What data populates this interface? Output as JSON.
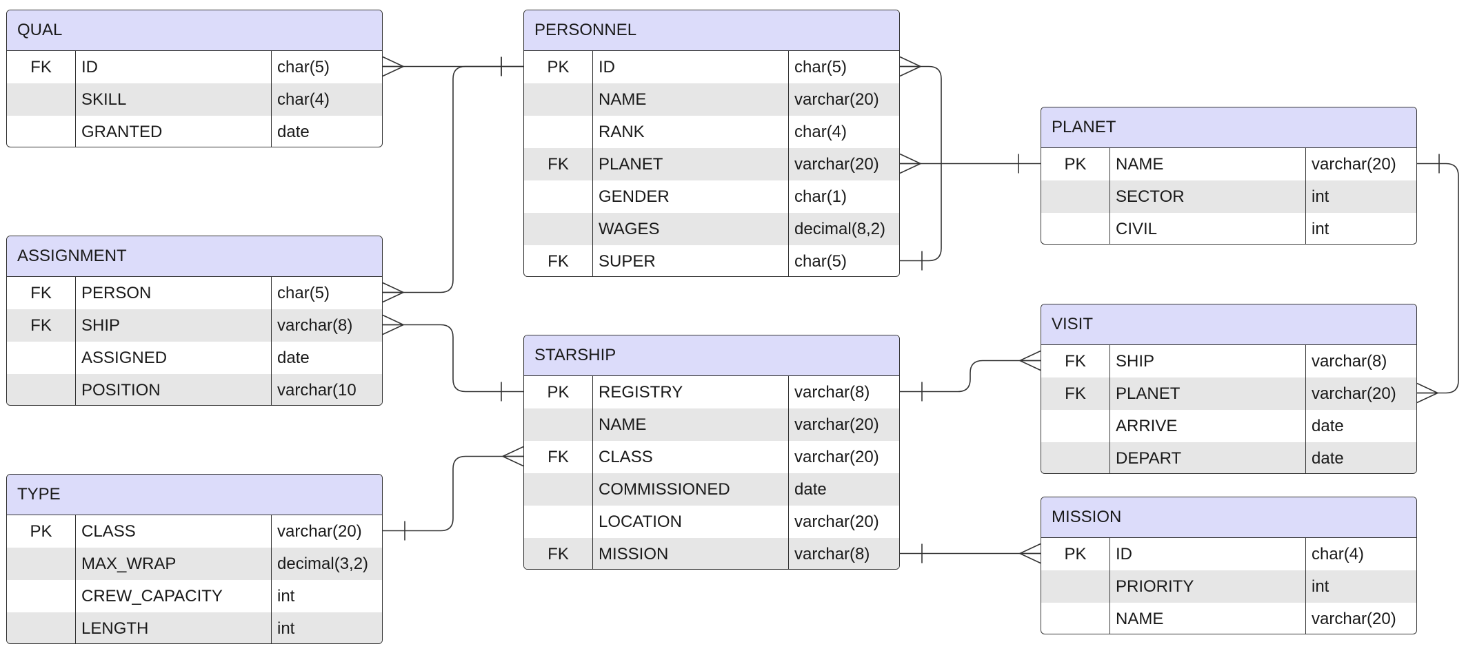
{
  "entities": [
    {
      "name": "QUAL",
      "rows": [
        {
          "key": "FK",
          "field": "ID",
          "type": "char(5)"
        },
        {
          "key": "",
          "field": "SKILL",
          "type": "char(4)"
        },
        {
          "key": "",
          "field": "GRANTED",
          "type": "date"
        }
      ]
    },
    {
      "name": "ASSIGNMENT",
      "rows": [
        {
          "key": "FK",
          "field": "PERSON",
          "type": "char(5)"
        },
        {
          "key": "FK",
          "field": "SHIP",
          "type": "varchar(8)"
        },
        {
          "key": "",
          "field": "ASSIGNED",
          "type": "date"
        },
        {
          "key": "",
          "field": "POSITION",
          "type": "varchar(10"
        }
      ]
    },
    {
      "name": "TYPE",
      "rows": [
        {
          "key": "PK",
          "field": "CLASS",
          "type": "varchar(20)"
        },
        {
          "key": "",
          "field": "MAX_WRAP",
          "type": "decimal(3,2)"
        },
        {
          "key": "",
          "field": "CREW_CAPACITY",
          "type": "int"
        },
        {
          "key": "",
          "field": "LENGTH",
          "type": "int"
        }
      ]
    },
    {
      "name": "PERSONNEL",
      "rows": [
        {
          "key": "PK",
          "field": "ID",
          "type": "char(5)"
        },
        {
          "key": "",
          "field": "NAME",
          "type": "varchar(20)"
        },
        {
          "key": "",
          "field": "RANK",
          "type": "char(4)"
        },
        {
          "key": "FK",
          "field": "PLANET",
          "type": "varchar(20)"
        },
        {
          "key": "",
          "field": "GENDER",
          "type": "char(1)"
        },
        {
          "key": "",
          "field": "WAGES",
          "type": "decimal(8,2)"
        },
        {
          "key": "FK",
          "field": "SUPER",
          "type": "char(5)"
        }
      ]
    },
    {
      "name": "STARSHIP",
      "rows": [
        {
          "key": "PK",
          "field": "REGISTRY",
          "type": "varchar(8)"
        },
        {
          "key": "",
          "field": "NAME",
          "type": "varchar(20)"
        },
        {
          "key": "FK",
          "field": "CLASS",
          "type": "varchar(20)"
        },
        {
          "key": "",
          "field": "COMMISSIONED",
          "type": "date"
        },
        {
          "key": "",
          "field": "LOCATION",
          "type": "varchar(20)"
        },
        {
          "key": "FK",
          "field": "MISSION",
          "type": "varchar(8)"
        }
      ]
    },
    {
      "name": "PLANET",
      "rows": [
        {
          "key": "PK",
          "field": "NAME",
          "type": "varchar(20)"
        },
        {
          "key": "",
          "field": "SECTOR",
          "type": "int"
        },
        {
          "key": "",
          "field": "CIVIL",
          "type": "int"
        }
      ]
    },
    {
      "name": "VISIT",
      "rows": [
        {
          "key": "FK",
          "field": "SHIP",
          "type": "varchar(8)"
        },
        {
          "key": "FK",
          "field": "PLANET",
          "type": "varchar(20)"
        },
        {
          "key": "",
          "field": "ARRIVE",
          "type": "date"
        },
        {
          "key": "",
          "field": "DEPART",
          "type": "date"
        }
      ]
    },
    {
      "name": "MISSION",
      "rows": [
        {
          "key": "PK",
          "field": "ID",
          "type": "char(4)"
        },
        {
          "key": "",
          "field": "PRIORITY",
          "type": "int"
        },
        {
          "key": "",
          "field": "NAME",
          "type": "varchar(20)"
        }
      ]
    }
  ],
  "relationships": [
    {
      "from": "QUAL.ID",
      "from_end": "many",
      "to": "PERSONNEL.ID",
      "to_end": "one"
    },
    {
      "from": "ASSIGNMENT.PERSON",
      "from_end": "many",
      "to": "PERSONNEL.ID",
      "to_end": "one"
    },
    {
      "from": "ASSIGNMENT.SHIP",
      "from_end": "many",
      "to": "STARSHIP.REGISTRY",
      "to_end": "one"
    },
    {
      "from": "TYPE.CLASS",
      "from_end": "one",
      "to": "STARSHIP.CLASS",
      "to_end": "many"
    },
    {
      "from": "PERSONNEL.ID",
      "from_end": "many",
      "to": "PERSONNEL.SUPER",
      "to_end": "one"
    },
    {
      "from": "PERSONNEL.PLANET",
      "from_end": "many",
      "to": "PLANET.NAME",
      "to_end": "one"
    },
    {
      "from": "PLANET.NAME",
      "from_end": "one",
      "to": "VISIT.PLANET",
      "to_end": "many"
    },
    {
      "from": "STARSHIP.REGISTRY",
      "from_end": "one",
      "to": "VISIT.SHIP",
      "to_end": "many"
    },
    {
      "from": "STARSHIP.MISSION",
      "from_end": "one",
      "to": "MISSION.ID",
      "to_end": "many"
    }
  ],
  "colors": {
    "header": "#dcdcfa",
    "shaded_row": "#e6e6e6",
    "border": "#333333",
    "line": "#333333"
  }
}
